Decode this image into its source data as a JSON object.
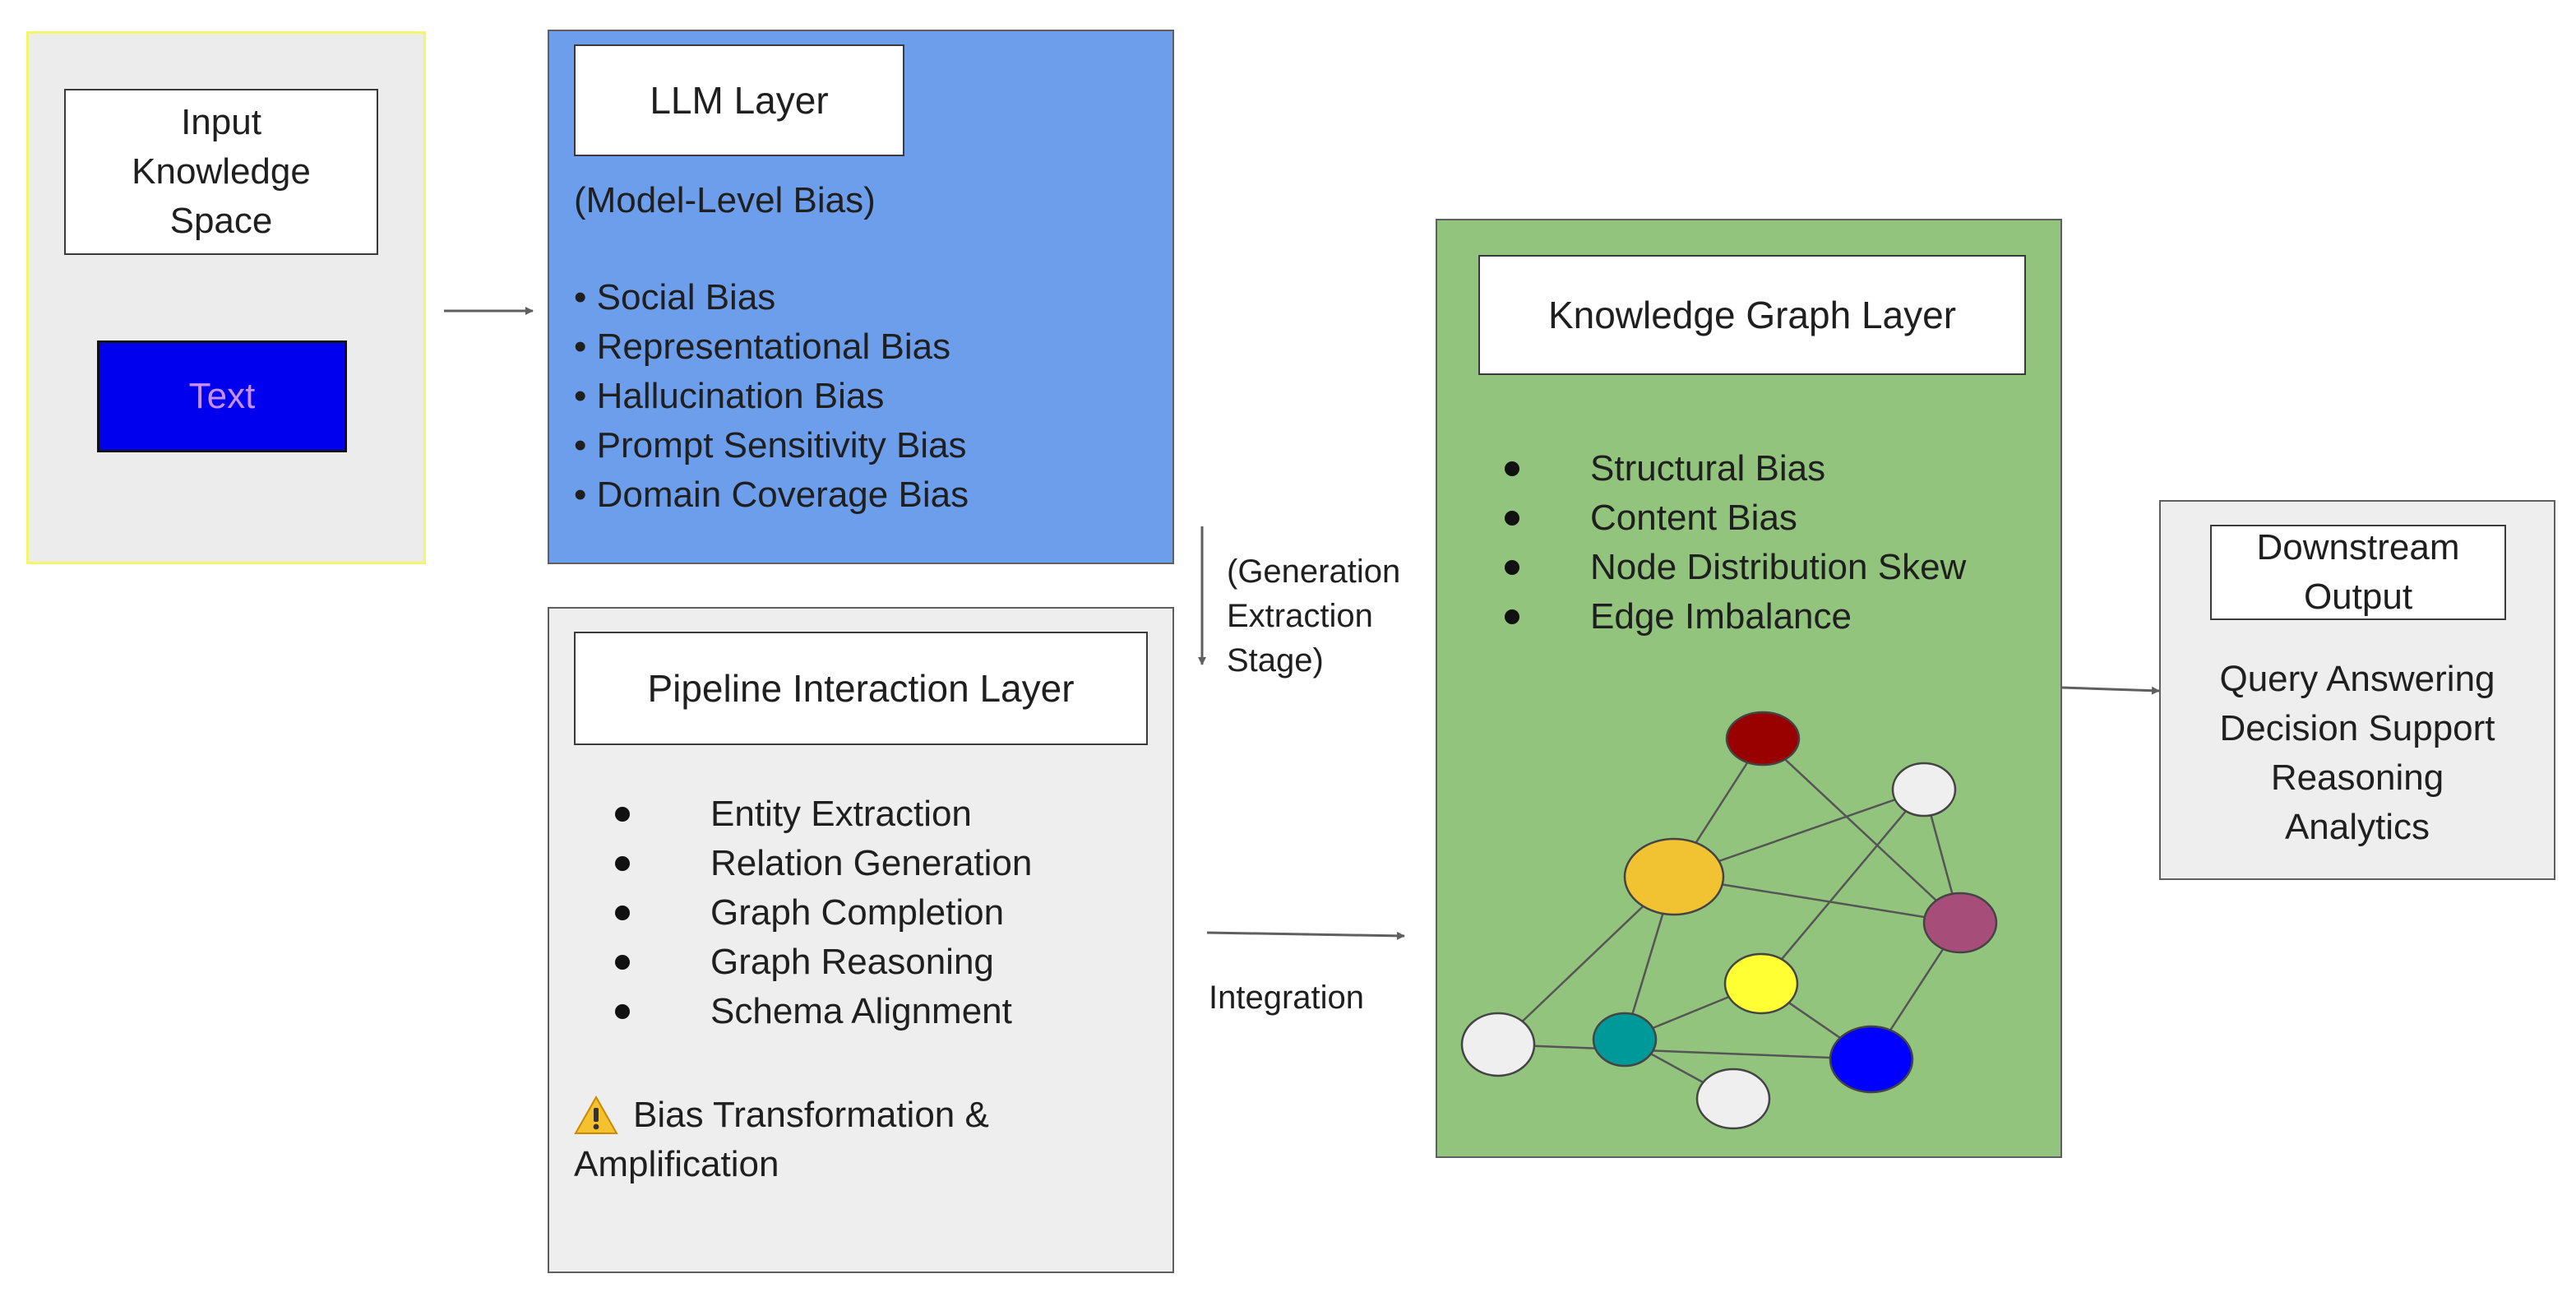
{
  "input": {
    "title_lines": [
      "Input",
      "Knowledge",
      "Space"
    ],
    "text_chip": "Text",
    "colors": {
      "panel_bg": "#ececec",
      "panel_border": "#f5f56a",
      "chip_bg": "#0000ee",
      "chip_text": "#c48ef5"
    }
  },
  "llm": {
    "title": "LLM Layer",
    "subtitle": "(Model-Level Bias)",
    "items": [
      "• Social Bias",
      "• Representational Bias",
      "• Hallucination Bias",
      "• Prompt Sensitivity Bias",
      "• Domain Coverage Bias"
    ],
    "colors": {
      "panel_bg": "#6d9eeb"
    }
  },
  "stage_label_lines": [
    "(Generation",
    "Extraction",
    "Stage)"
  ],
  "pipeline": {
    "title": "Pipeline Interaction Layer",
    "items": [
      "Entity Extraction",
      "Relation Generation",
      "Graph Completion",
      "Graph Reasoning",
      "Schema Alignment"
    ],
    "warning_icon": "warning-icon",
    "note_lines": [
      "Bias Transformation &",
      "Amplification"
    ],
    "colors": {
      "panel_bg": "#eeeeee"
    }
  },
  "integration_label": "Integration",
  "kg": {
    "title": "Knowledge Graph Layer",
    "items": [
      "Structural Bias",
      "Content Bias",
      "Node Distribution Skew",
      "Edge Imbalance"
    ],
    "colors": {
      "panel_bg": "#93c47d",
      "node_colors": [
        "#990000",
        "#f1c232",
        "#efefef",
        "#a64d79",
        "#ffff33",
        "#00999a",
        "#0000ff"
      ]
    }
  },
  "output": {
    "title_lines": [
      "Downstream",
      "Output"
    ],
    "items": [
      "Query Answering",
      "Decision Support",
      "Reasoning",
      "Analytics"
    ],
    "colors": {
      "panel_bg": "#eeeeee"
    }
  }
}
